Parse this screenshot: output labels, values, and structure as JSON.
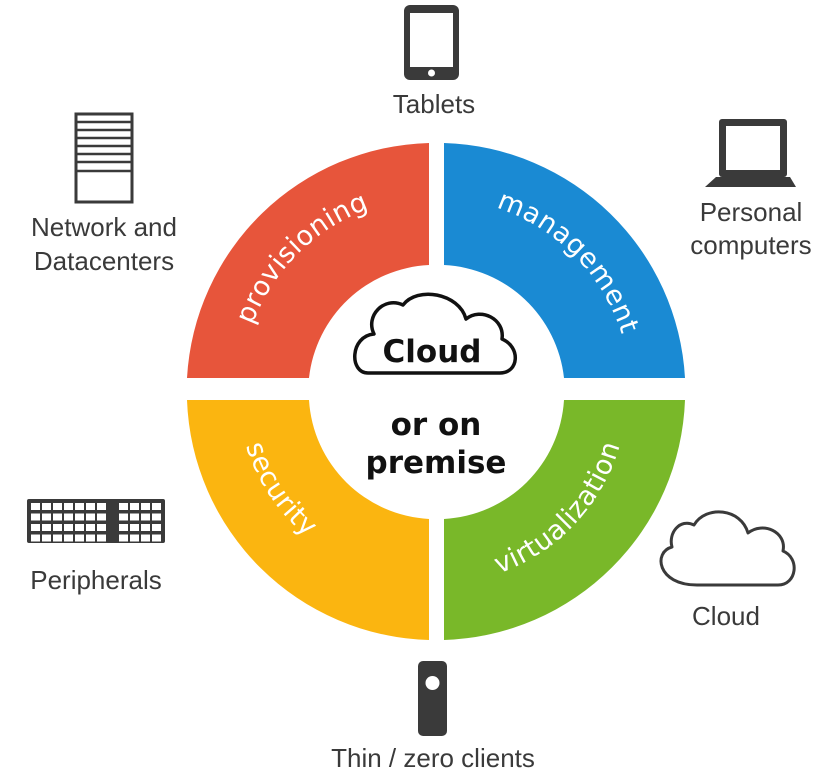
{
  "diagram": {
    "center": {
      "cloud_word": "Cloud",
      "line2": "or on",
      "line3": "premise"
    },
    "segments": [
      {
        "id": "provisioning",
        "label": "provisioning",
        "color": "#e7553b"
      },
      {
        "id": "management",
        "label": "management",
        "color": "#1a8ad3"
      },
      {
        "id": "virtualization",
        "label": "virtualization",
        "color": "#79b829"
      },
      {
        "id": "security",
        "label": "security",
        "color": "#fbb510"
      }
    ],
    "devices": {
      "tablets": {
        "label": "Tablets",
        "icon": "tablet-icon"
      },
      "personal_computers": {
        "label_line1": "Personal",
        "label_line2": "computers",
        "icon": "laptop-icon"
      },
      "cloud": {
        "label": "Cloud",
        "icon": "cloud-outline-icon"
      },
      "thin_clients": {
        "label": "Thin / zero clients",
        "icon": "thin-client-icon"
      },
      "peripherals": {
        "label": "Peripherals",
        "icon": "keyboard-icon"
      },
      "network": {
        "label_line1": "Network and",
        "label_line2": "Datacenters",
        "icon": "server-rack-icon"
      }
    },
    "icon_color": "#3a3a3a"
  }
}
